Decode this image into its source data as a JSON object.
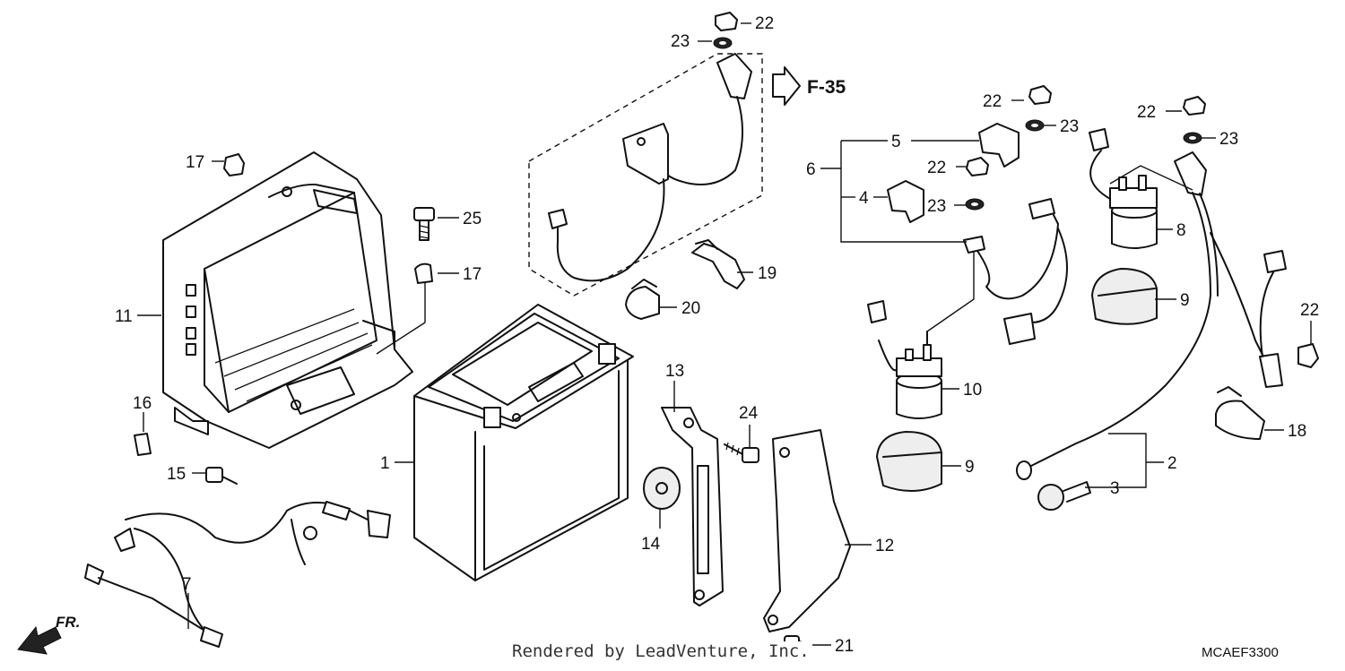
{
  "diagram": {
    "callouts": {
      "c1": "1",
      "c2": "2",
      "c3": "3",
      "c4": "4",
      "c5": "5",
      "c6": "6",
      "c7": "7",
      "c8": "8",
      "c9a": "9",
      "c9b": "9",
      "c10": "10",
      "c11": "11",
      "c12": "12",
      "c13": "13",
      "c14": "14",
      "c15": "15",
      "c16": "16",
      "c17a": "17",
      "c17b": "17",
      "c18": "18",
      "c19": "19",
      "c20": "20",
      "c21": "21",
      "c22a": "22",
      "c22b": "22",
      "c22c": "22",
      "c22d": "22",
      "c22e": "22",
      "c23a": "23",
      "c23b": "23",
      "c23c": "23",
      "c23d": "23",
      "c24": "24",
      "c25": "25"
    },
    "reference_label": "F-35",
    "front_label": "FR."
  },
  "footer": {
    "credit": "Rendered by LeadVenture, Inc.",
    "code": "MCAEF3300"
  }
}
